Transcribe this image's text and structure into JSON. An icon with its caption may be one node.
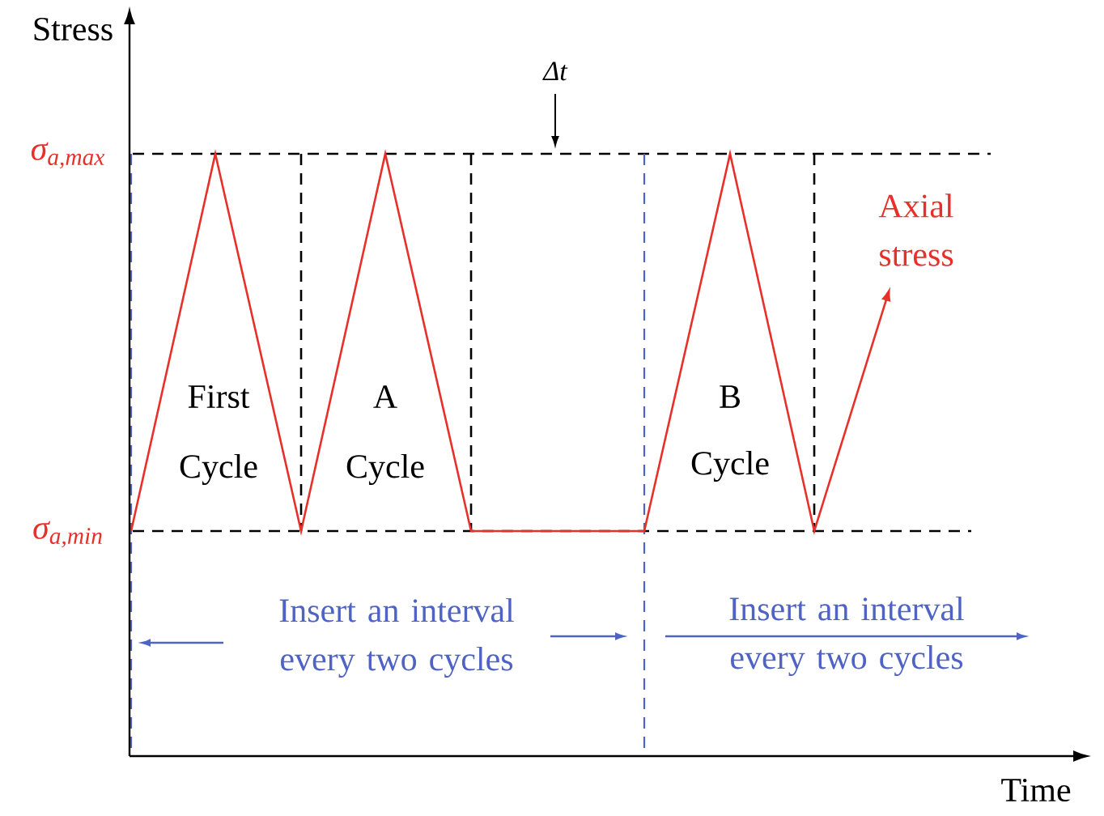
{
  "diagram": {
    "labels": [
      "Stress",
      "Δt",
      "σ$_{a,max}$",
      "Axial stress",
      "First",
      "A",
      "B",
      "Cycle",
      "Cycle",
      "Cycle",
      "σ$_{a,min}$",
      "Insert an interval every two cycles",
      "Insert an interval every two cycles",
      "Time"
    ]
  }
}
